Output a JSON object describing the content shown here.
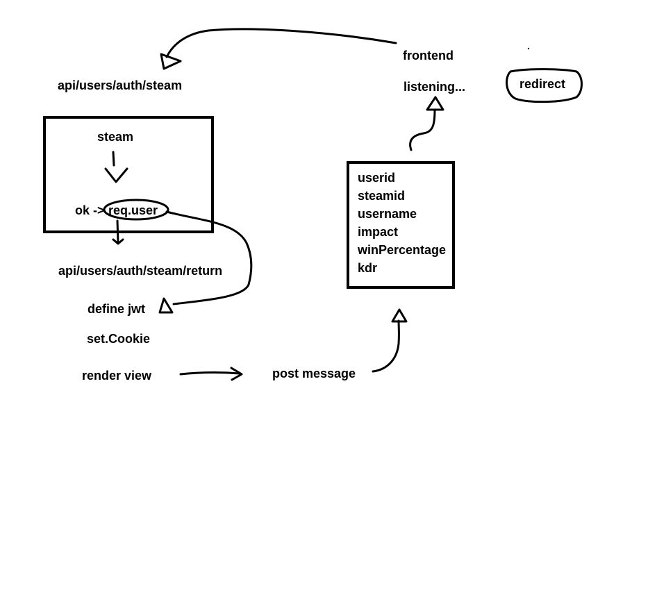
{
  "labels": {
    "auth_route": "api/users/auth/steam",
    "steam": "steam",
    "ok": "ok ->",
    "req_user": "req.user",
    "return_route": "api/users/auth/steam/return",
    "define_jwt": "define jwt",
    "set_cookie": "set.Cookie",
    "render_view": "render view",
    "post_message": "post message",
    "frontend": "frontend",
    "listening": "listening...",
    "redirect": "redirect"
  },
  "user_fields": [
    "userid",
    "steamid",
    "username",
    "impact",
    "winPercentage",
    "kdr"
  ]
}
